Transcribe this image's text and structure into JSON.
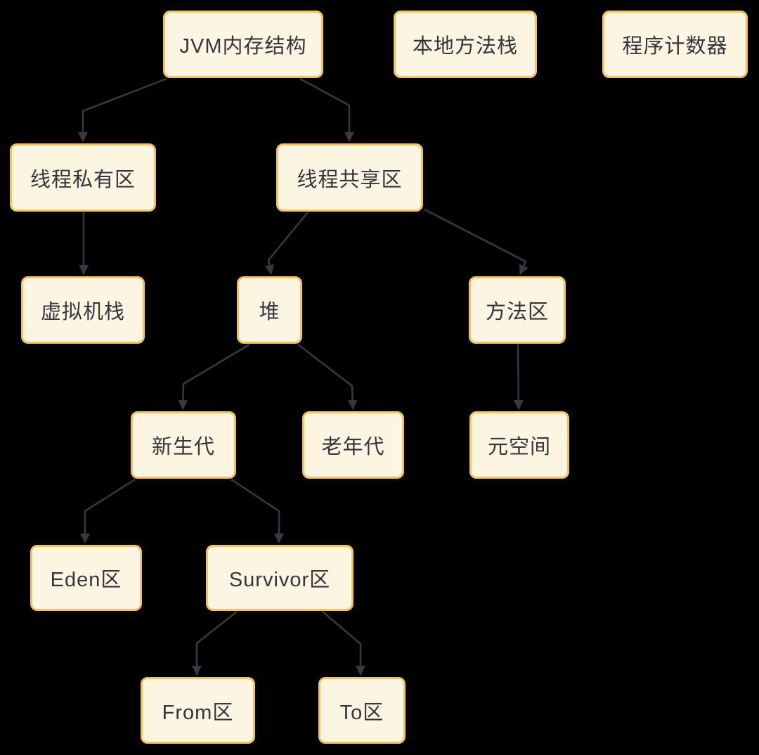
{
  "diagram": {
    "title_node": "JVM内存结构",
    "nodes": {
      "jvm": {
        "label": "JVM内存结构"
      },
      "native_stack": {
        "label": "本地方法栈"
      },
      "pc": {
        "label": "程序计数器"
      },
      "thread_private": {
        "label": "线程私有区"
      },
      "thread_shared": {
        "label": "线程共享区"
      },
      "vm_stack": {
        "label": "虚拟机栈"
      },
      "heap": {
        "label": "堆"
      },
      "method_area": {
        "label": "方法区"
      },
      "young_gen": {
        "label": "新生代"
      },
      "old_gen": {
        "label": "老年代"
      },
      "metaspace": {
        "label": "元空间"
      },
      "eden": {
        "label": "Eden区"
      },
      "survivor": {
        "label": "Survivor区"
      },
      "from": {
        "label": "From区"
      },
      "to": {
        "label": "To区"
      }
    },
    "edges": [
      {
        "from": "jvm",
        "to": "thread_private"
      },
      {
        "from": "jvm",
        "to": "thread_shared"
      },
      {
        "from": "thread_private",
        "to": "vm_stack"
      },
      {
        "from": "thread_shared",
        "to": "heap"
      },
      {
        "from": "thread_shared",
        "to": "method_area"
      },
      {
        "from": "heap",
        "to": "young_gen"
      },
      {
        "from": "heap",
        "to": "old_gen"
      },
      {
        "from": "method_area",
        "to": "metaspace"
      },
      {
        "from": "young_gen",
        "to": "eden"
      },
      {
        "from": "young_gen",
        "to": "survivor"
      },
      {
        "from": "survivor",
        "to": "from"
      },
      {
        "from": "survivor",
        "to": "to"
      }
    ],
    "colors": {
      "background": "#000000",
      "node_fill": "#FCF5E1",
      "node_border": "#F4C35D",
      "node_text": "#33363B",
      "connector": "#363A40"
    }
  }
}
